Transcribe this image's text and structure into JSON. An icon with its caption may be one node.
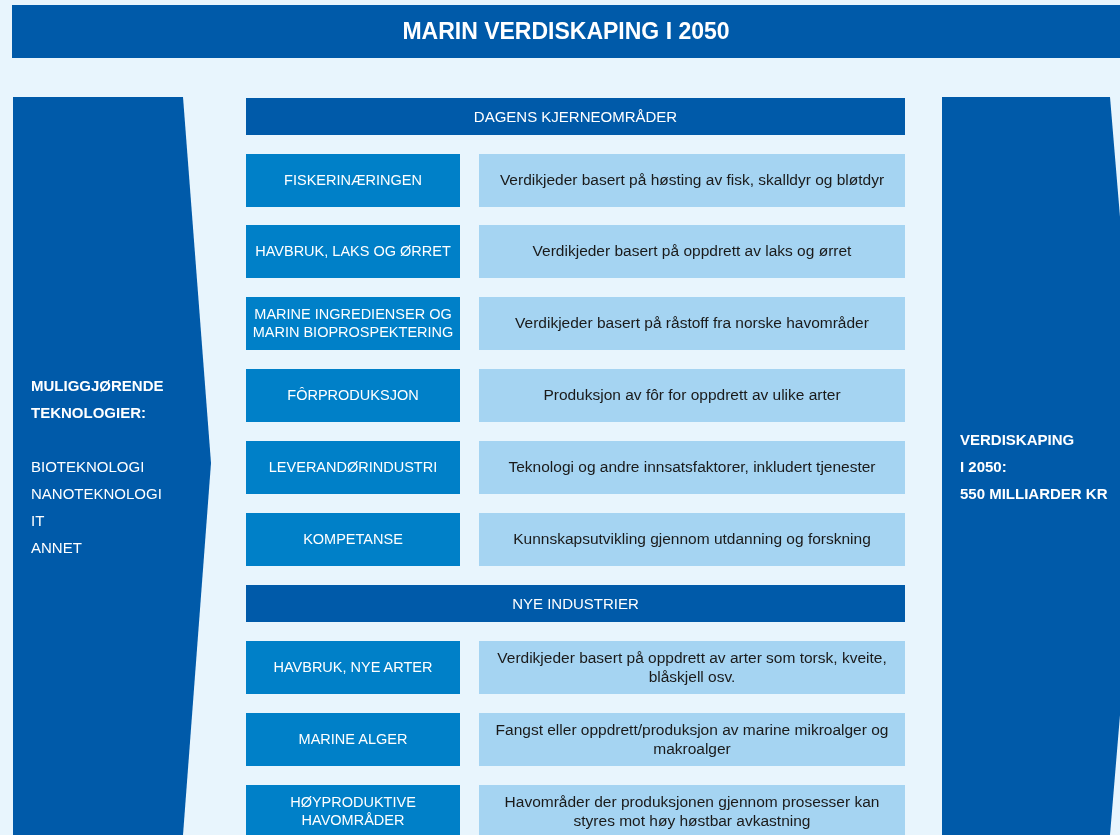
{
  "diagram": {
    "title": "MARIN VERDISKAPING I 2050",
    "nodes": [
      {
        "text": [
          "MULIGGJØRENDE TEKNOLOGIER:",
          "BIOTEKNOLOGI",
          "NANOTEKNOLOGI",
          "IT",
          "ANNET"
        ]
      },
      {
        "text": [
          "DAGENS KJERNEOMRÅDER"
        ]
      },
      {
        "text": [
          "FISKERINÆRINGEN"
        ]
      },
      {
        "text": [
          "Verdikjeder basert på høsting av fisk, skalldyr og bløtdyr"
        ]
      },
      {
        "text": [
          "HAVBRUK, LAKS OG ØRRET"
        ]
      },
      {
        "text": [
          "Verdikjeder basert på oppdrett av laks og ørret"
        ]
      },
      {
        "text": [
          "MARINE INGREDIENSER OG MARIN BIOPROSPEKTERING"
        ]
      },
      {
        "text": [
          "Verdikjeder basert på råstoff fra norske havområder"
        ]
      },
      {
        "text": [
          "FÔRPRODUKSJON"
        ]
      },
      {
        "text": [
          "Produksjon av fôr for oppdrett av ulike arter"
        ]
      },
      {
        "text": [
          "LEVERANDØRINDUSTRI"
        ]
      },
      {
        "text": [
          "Teknologi og andre innsatsfaktorer, inkludert tjenester"
        ]
      },
      {
        "text": [
          "KOMPETANSE"
        ]
      },
      {
        "text": [
          "Kunnskapsutvikling gjennom utdanning og forskning"
        ]
      },
      {
        "text": [
          "NYE INDUSTRIER"
        ]
      },
      {
        "text": [
          "HAVBRUK, NYE ARTER"
        ]
      },
      {
        "text": [
          "Verdikjeder basert på oppdrett av arter som torsk, kveite, blåskjell osv."
        ]
      },
      {
        "text": [
          "MARINE ALGER"
        ]
      },
      {
        "text": [
          "Fangst eller oppdrett/produksjon av marine mikroalger og makroalger"
        ]
      },
      {
        "text": [
          "HØYPRODUKTIVE HAVOMRÅDER"
        ]
      },
      {
        "text": [
          "Havområder der produksjonen gjennom prosesser kan styres mot høy høstbar avkastning"
        ]
      },
      {
        "text": [
          "VERDISKAPING",
          "I 2050:",
          "550 MILLIARDER KR"
        ]
      }
    ]
  }
}
